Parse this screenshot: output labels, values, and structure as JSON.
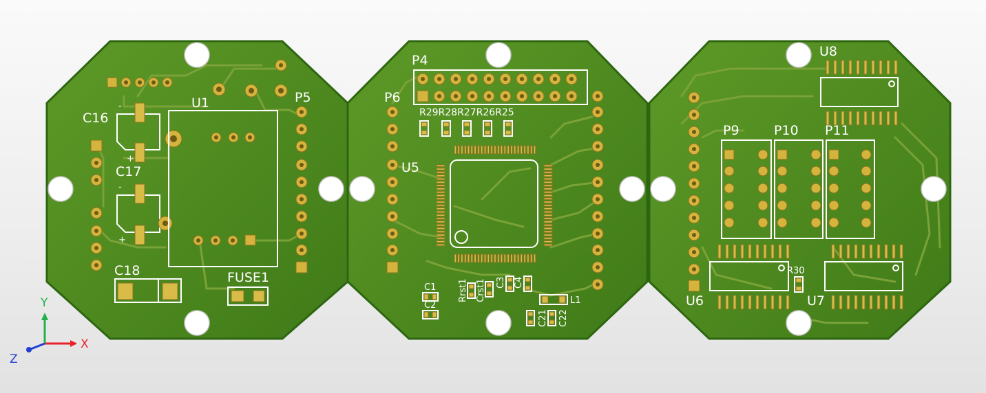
{
  "boards": {
    "left": {
      "designators": {
        "c16": "C16",
        "c17": "C17",
        "c18": "C18",
        "u1": "U1",
        "p5": "P5",
        "fuse1": "FUSE1"
      },
      "polarity_plus": "+",
      "polarity_minus": "-"
    },
    "middle": {
      "designators": {
        "p4": "P4",
        "p6": "P6",
        "u5": "U5",
        "resistors": "R29R28R27R26R25",
        "c1": "C1",
        "c2": "C2",
        "rrst1": "Rrst1",
        "crst1": "Crst1",
        "c3": "C3",
        "c4": "C4",
        "c21": "C21",
        "c22": "C22",
        "l1": "L1"
      }
    },
    "right": {
      "designators": {
        "u8": "U8",
        "p9": "P9",
        "p10": "P10",
        "p11": "P11",
        "r30": "R30",
        "u6": "U6",
        "u7": "U7"
      }
    }
  },
  "axes": {
    "x": "X",
    "y": "Y",
    "z": "Z",
    "colors": {
      "x": "#e8212a",
      "y": "#22b14c",
      "z": "#1f3fd0"
    }
  },
  "colors": {
    "board": "#4f8a1f",
    "board_edge": "#2d6610",
    "copper_pad": "#d4b43c",
    "silkscreen": "#ffffff",
    "background": "#ececec"
  }
}
